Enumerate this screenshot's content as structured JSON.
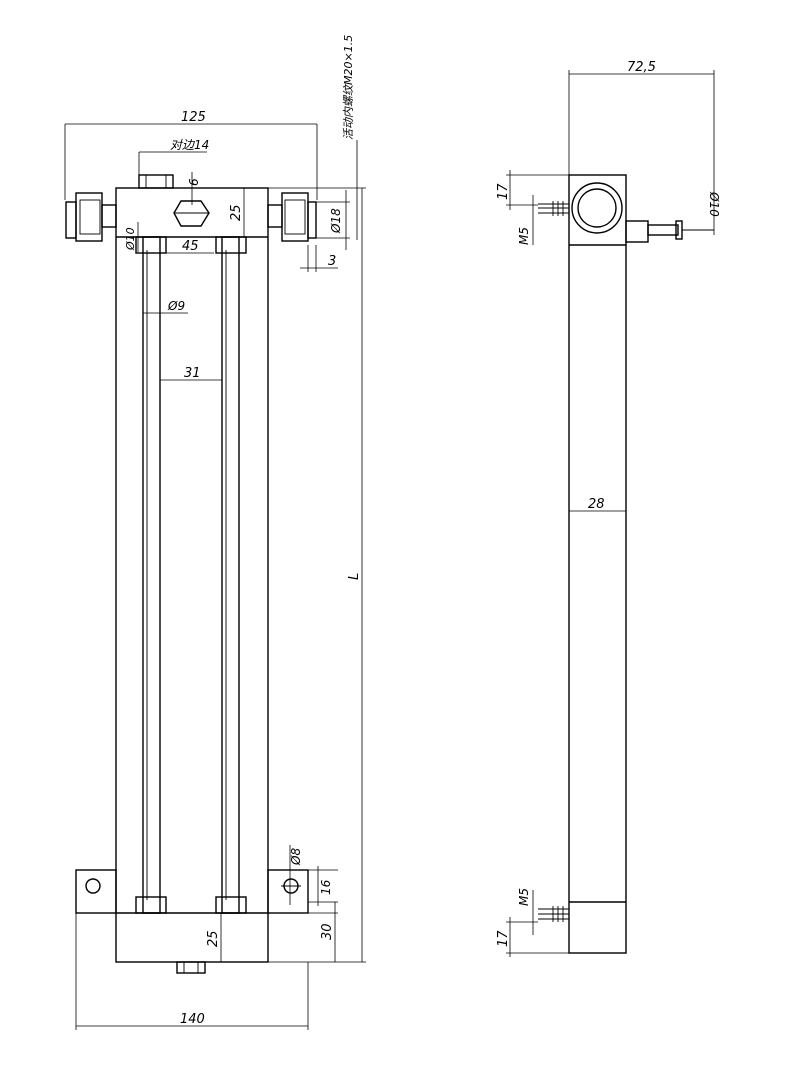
{
  "front_view": {
    "dim_width_top": "125",
    "dim_hex": "对边14",
    "dim_6": "6",
    "dim_25_top": "25",
    "dim_d18": "Ø18",
    "dim_3": "3",
    "dim_d10": "Ø10",
    "dim_45": "45",
    "dim_d9": "Ø9",
    "dim_31": "31",
    "dim_L": "L",
    "dim_thread": "活动内螺纹M20×1.5",
    "dim_d8": "Ø8",
    "dim_16": "16",
    "dim_25_bottom": "25",
    "dim_30": "30",
    "dim_140": "140"
  },
  "side_view": {
    "dim_72_5": "72,5",
    "dim_17_top": "17",
    "dim_M5_top": "M5",
    "dim_d10": "Ø10",
    "dim_28": "28",
    "dim_M5_bottom": "M5",
    "dim_17_bottom": "17"
  }
}
